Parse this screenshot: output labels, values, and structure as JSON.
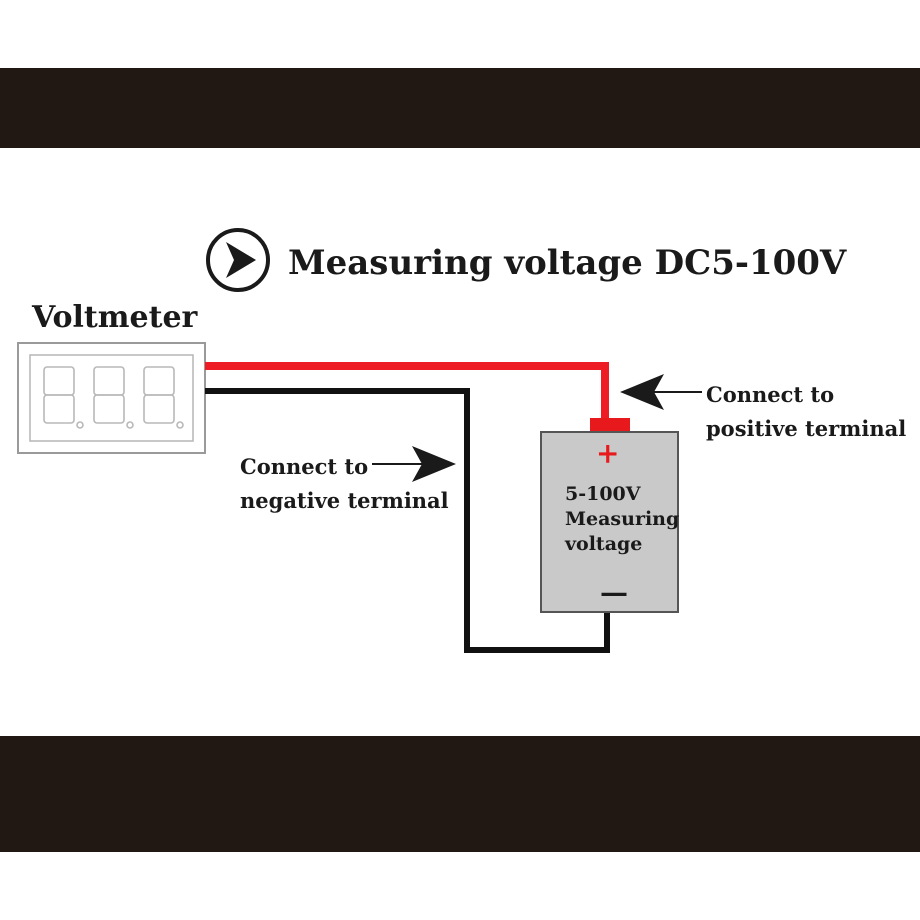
{
  "title": "Measuring voltage DC5-100V",
  "voltmeter": {
    "label": "Voltmeter",
    "display_glyphs": "8.8.8."
  },
  "positive": {
    "line1": "Connect to",
    "line2": "positive terminal"
  },
  "negative": {
    "line1": "Connect to",
    "line2": "negative terminal"
  },
  "battery": {
    "plus": "+",
    "minus": "—",
    "line1": "5-100V",
    "line2": "Measuring",
    "line3": "voltage"
  },
  "colors": {
    "band": "#211713",
    "red_wire": "#ee1c24",
    "black_wire": "#111111",
    "battery_fill": "#c9c9c9",
    "battery_border": "#555555",
    "terminal": "#e8191c"
  },
  "icons": {
    "title_bullet": "circled-arrow-icon",
    "positive_pointer": "arrow-left-icon",
    "negative_pointer": "arrow-right-icon"
  }
}
